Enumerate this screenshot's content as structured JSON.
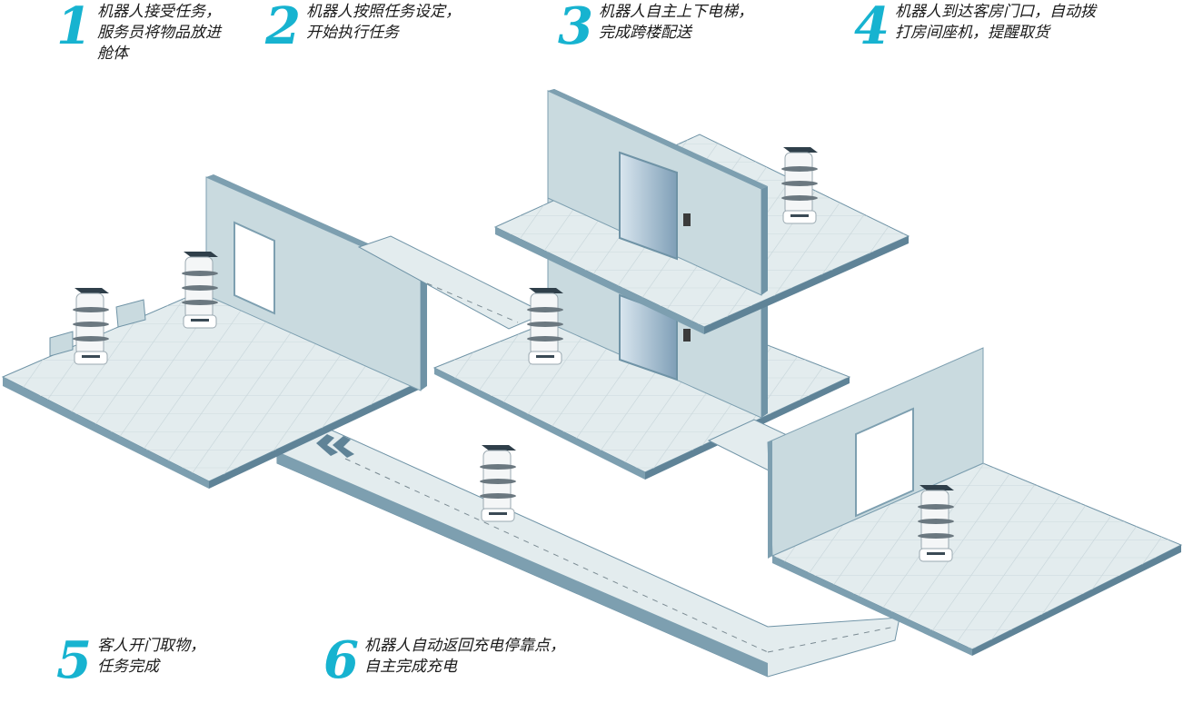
{
  "accent_color": "#17b3d0",
  "steps": [
    {
      "number": "1",
      "text": "机器人接受任务，\n服务员将物品放进\n舱体"
    },
    {
      "number": "2",
      "text": "机器人按照任务设定，\n开始执行任务"
    },
    {
      "number": "3",
      "text": "机器人自主上下电梯，\n完成跨楼配送"
    },
    {
      "number": "4",
      "text": "机器人到达客房门口，自动拨\n打房间座机，提醒取货"
    },
    {
      "number": "5",
      "text": "客人开门取物，\n任务完成"
    },
    {
      "number": "6",
      "text": "机器人自动返回充电停靠点，\n自主完成充电"
    }
  ],
  "colors": {
    "floor_top": "#e3ecee",
    "floor_grid": "#c5d3d8",
    "floor_edge": "#6f93a6",
    "wall": "#c9dadf",
    "wall_dark": "#7d9fb0",
    "elevator_door": "#a8c3d4"
  }
}
